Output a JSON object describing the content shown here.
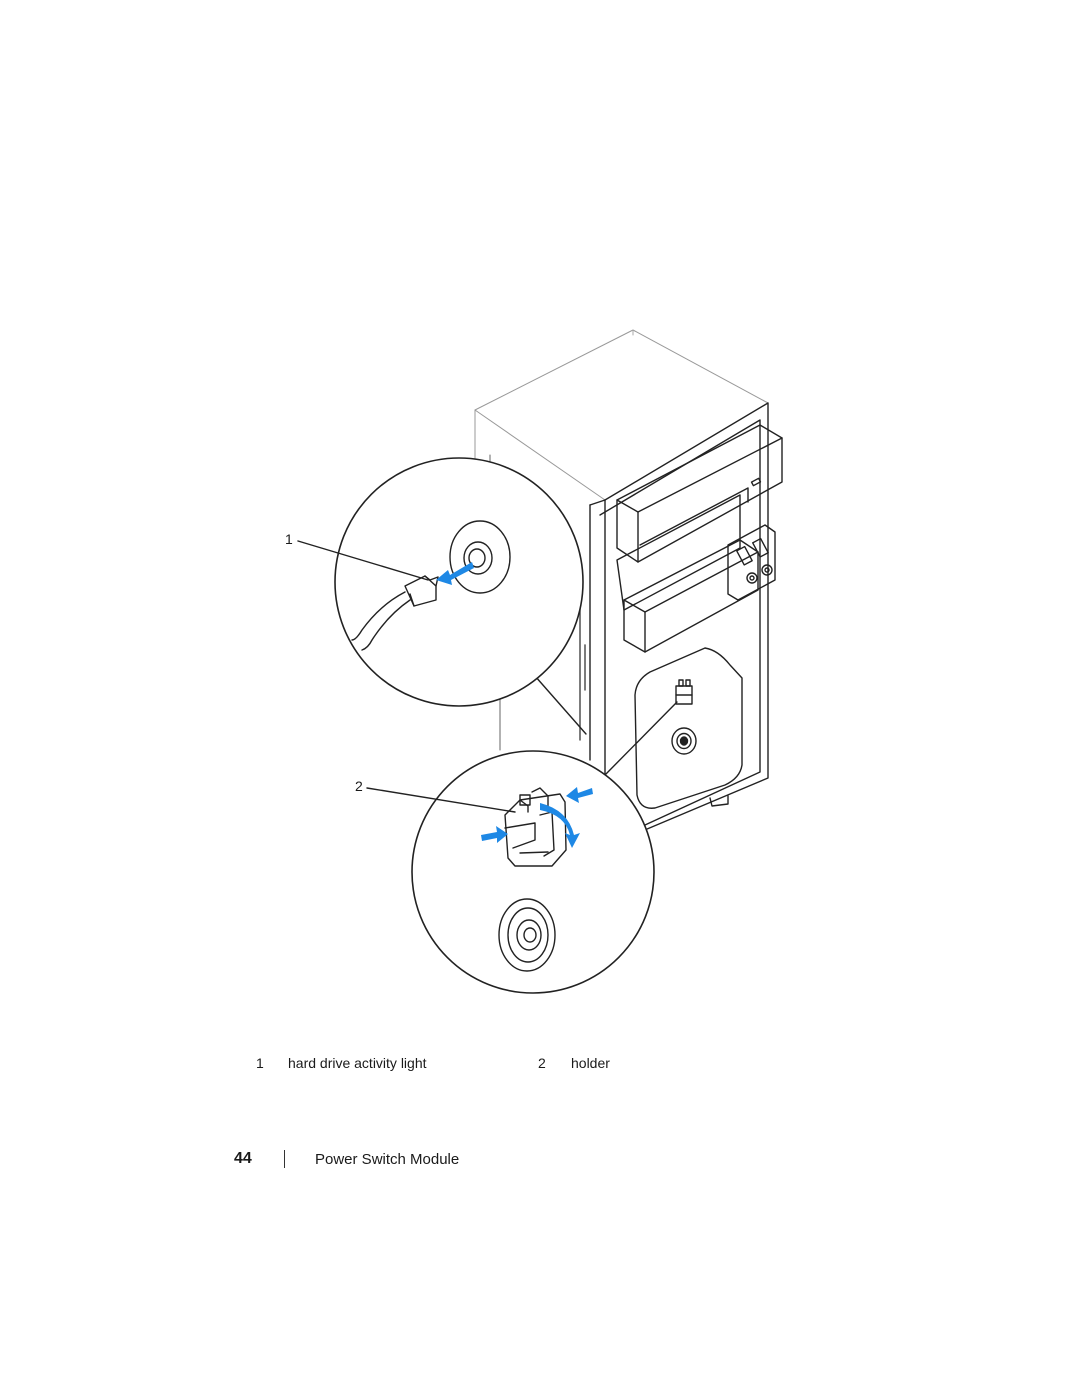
{
  "figure": {
    "callouts": [
      {
        "number": "1"
      },
      {
        "number": "2"
      }
    ]
  },
  "legend": [
    {
      "number": "1",
      "label": "hard drive activity light"
    },
    {
      "number": "2",
      "label": "holder"
    }
  ],
  "footer": {
    "page_number": "44",
    "section_title": "Power Switch Module"
  },
  "colors": {
    "arrow_accent": "#1e88e5",
    "line_art": "#222222"
  }
}
